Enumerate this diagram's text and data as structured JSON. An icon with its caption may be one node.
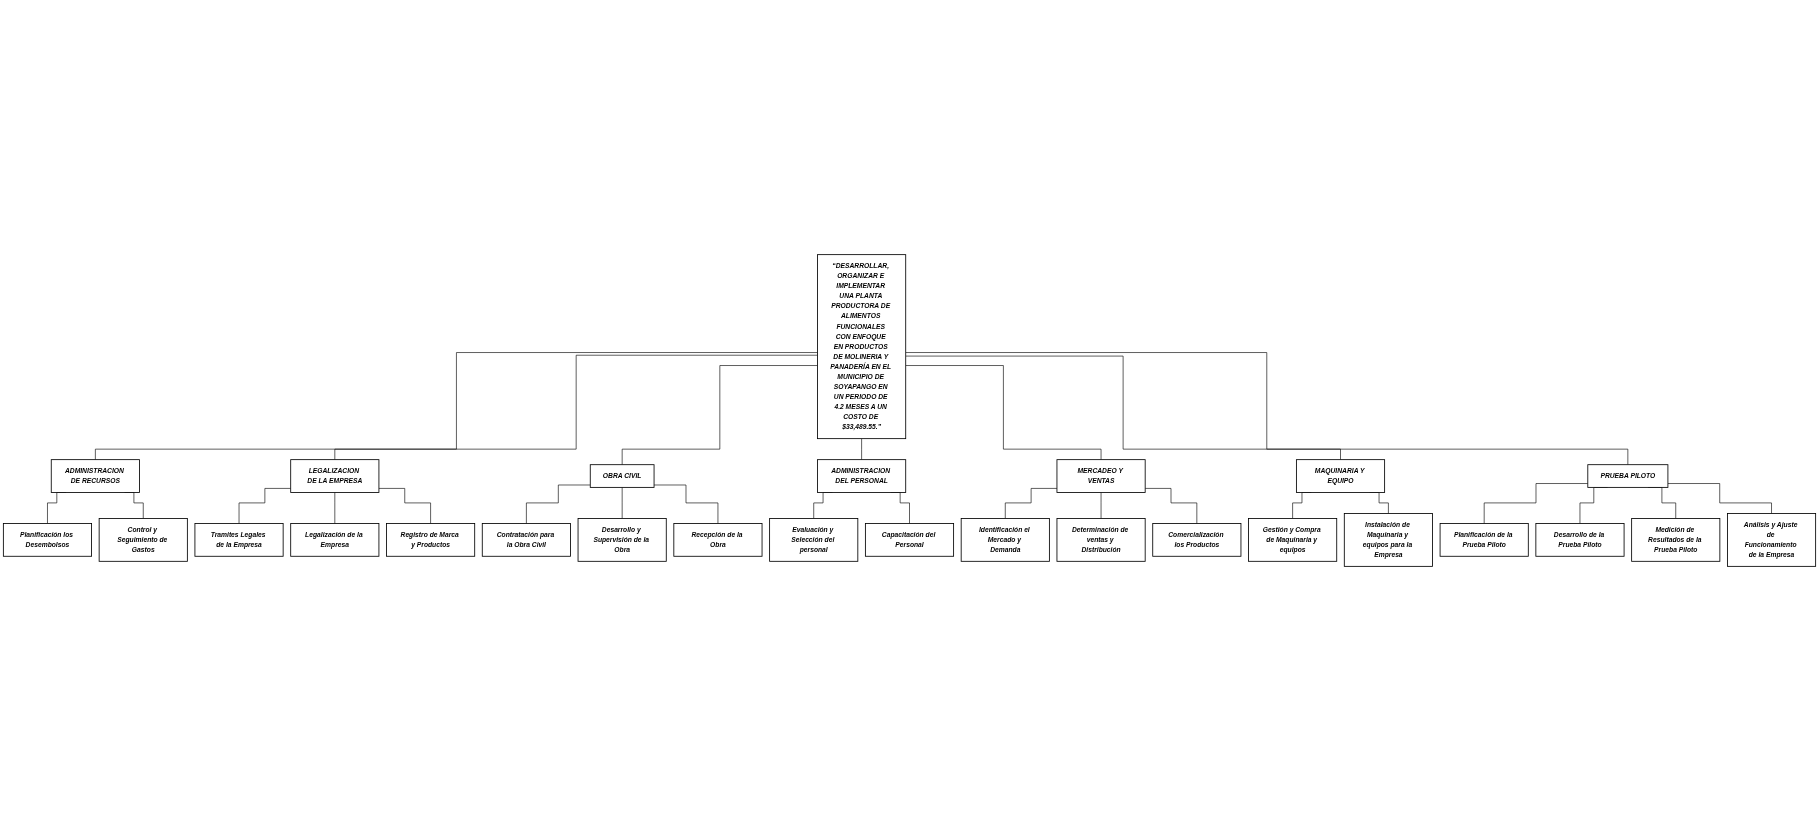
{
  "diagram": {
    "nodes": [
      {
        "text": [
          "“DESARROLLAR, ORGANIZAR E IMPLEMENTAR UNA PLANTA PRODUCTORA DE ALIMENTOS FUNCIONALES CON ENFOQUE EN PRODUCTOS DE MOLINERIA Y PANADERÍA EN EL MUNICIPIO DE SOYAPANGO EN UN PERIODO DE 4.2 MESES A UN COSTO DE $33,489.55.”"
        ]
      },
      {
        "text": [
          "ADMINISTRACION DE RECURSOS"
        ]
      },
      {
        "text": [
          "LEGALIZACION DE LA EMPRESA"
        ]
      },
      {
        "text": [
          "OBRA CIVIL"
        ]
      },
      {
        "text": [
          "ADMINISTRACION DEL PERSONAL"
        ]
      },
      {
        "text": [
          "MERCADEO Y VENTAS"
        ]
      },
      {
        "text": [
          "MAQUINARIA Y EQUIPO"
        ]
      },
      {
        "text": [
          "PRUEBA PILOTO"
        ]
      },
      {
        "text": [
          "Planificación los Desembolsos"
        ]
      },
      {
        "text": [
          "Control y Seguimiento de Gastos"
        ]
      },
      {
        "text": [
          "Tramites Legales de la Empresa"
        ]
      },
      {
        "text": [
          "Legalización de la Empresa"
        ]
      },
      {
        "text": [
          "Registro de Marca y Productos"
        ]
      },
      {
        "text": [
          "Contratación para la Obra Civil"
        ]
      },
      {
        "text": [
          "Desarrollo y Supervisión de la Obra"
        ]
      },
      {
        "text": [
          "Recepción de la Obra"
        ]
      },
      {
        "text": [
          "Evaluación y Selección del personal"
        ]
      },
      {
        "text": [
          "Capacitación del Personal"
        ]
      },
      {
        "text": [
          "Identificación el Mercado y Demanda"
        ]
      },
      {
        "text": [
          "Determinación de ventas y Distribución"
        ]
      },
      {
        "text": [
          "Comercialización los Productos"
        ]
      },
      {
        "text": [
          "Gestión y Compra de Maquinaria y equipos"
        ]
      },
      {
        "text": [
          "Instalación de Maquinaria y equipos para la Empresa"
        ]
      },
      {
        "text": [
          "Planificación de la Prueba Piloto"
        ]
      },
      {
        "text": [
          "Desarrollo de la Prueba Piloto"
        ]
      },
      {
        "text": [
          "Medición de Resultados de la Prueba Piloto"
        ]
      },
      {
        "text": [
          "Análisis y Ajuste de Funcionamiento de la Empresa"
        ]
      }
    ],
    "edges": [
      {
        "from": 0,
        "to": 1,
        "arrow": "none"
      },
      {
        "from": 0,
        "to": 2,
        "arrow": "none"
      },
      {
        "from": 0,
        "to": 3,
        "arrow": "none"
      },
      {
        "from": 0,
        "to": 4,
        "arrow": "none"
      },
      {
        "from": 0,
        "to": 5,
        "arrow": "none"
      },
      {
        "from": 0,
        "to": 6,
        "arrow": "none"
      },
      {
        "from": 0,
        "to": 7,
        "arrow": "none"
      },
      {
        "from": 1,
        "to": 8,
        "arrow": "none"
      },
      {
        "from": 1,
        "to": 9,
        "arrow": "none"
      },
      {
        "from": 2,
        "to": 10,
        "arrow": "none"
      },
      {
        "from": 2,
        "to": 11,
        "arrow": "none"
      },
      {
        "from": 2,
        "to": 12,
        "arrow": "none"
      },
      {
        "from": 3,
        "to": 13,
        "arrow": "none"
      },
      {
        "from": 3,
        "to": 14,
        "arrow": "none"
      },
      {
        "from": 3,
        "to": 15,
        "arrow": "none"
      },
      {
        "from": 4,
        "to": 16,
        "arrow": "none"
      },
      {
        "from": 4,
        "to": 17,
        "arrow": "none"
      },
      {
        "from": 5,
        "to": 18,
        "arrow": "none"
      },
      {
        "from": 5,
        "to": 19,
        "arrow": "none"
      },
      {
        "from": 5,
        "to": 20,
        "arrow": "none"
      },
      {
        "from": 6,
        "to": 21,
        "arrow": "none"
      },
      {
        "from": 6,
        "to": 22,
        "arrow": "none"
      },
      {
        "from": 7,
        "to": 23,
        "arrow": "none"
      },
      {
        "from": 7,
        "to": 24,
        "arrow": "none"
      },
      {
        "from": 7,
        "to": 25,
        "arrow": "none"
      },
      {
        "from": 7,
        "to": 26,
        "arrow": "none"
      }
    ]
  }
}
